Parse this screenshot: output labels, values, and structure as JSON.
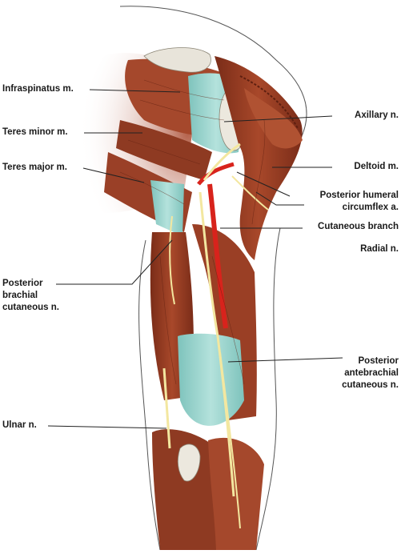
{
  "labels": {
    "infraspinatus": "Infraspinatus m.",
    "teres_minor": "Teres minor m.",
    "teres_major": "Teres major m.",
    "posterior_brachial": [
      "Posterior",
      "brachial",
      "cutaneous n."
    ],
    "ulnar": "Ulnar n.",
    "axillary": "Axillary n.",
    "deltoid": "Deltoid m.",
    "posterior_humeral": [
      "Posterior humeral",
      "circumflex a."
    ],
    "cutaneous_branch": "Cutaneous branch",
    "radial": "Radial n.",
    "posterior_antebrachial": [
      "Posterior",
      "antebrachial",
      "cutaneous n."
    ]
  },
  "colors": {
    "muscle": "#9c3d22",
    "muscle_dark": "#6e2614",
    "muscle_light": "#c0603e",
    "tendon": "#8fcfc8",
    "bone": "#e8e4da",
    "nerve": "#f3e7a0",
    "artery": "#d8231c",
    "leader": "#222222"
  }
}
